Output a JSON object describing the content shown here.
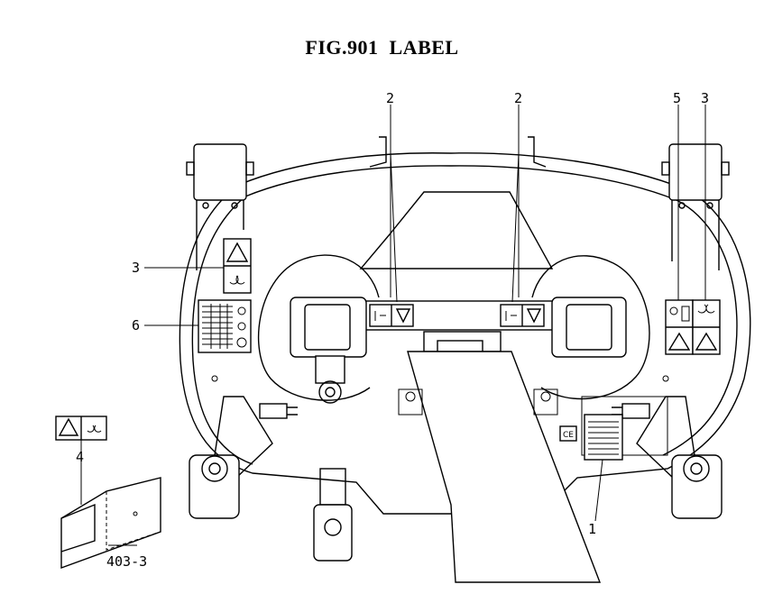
{
  "title": "FIG.901  LABEL",
  "callouts": {
    "c1": "1",
    "c2a": "2",
    "c2b": "2",
    "c3a": "3",
    "c3b": "3",
    "c4": "4",
    "c5": "5",
    "c6": "6",
    "c403": "403-3"
  },
  "ce_mark": "CE"
}
